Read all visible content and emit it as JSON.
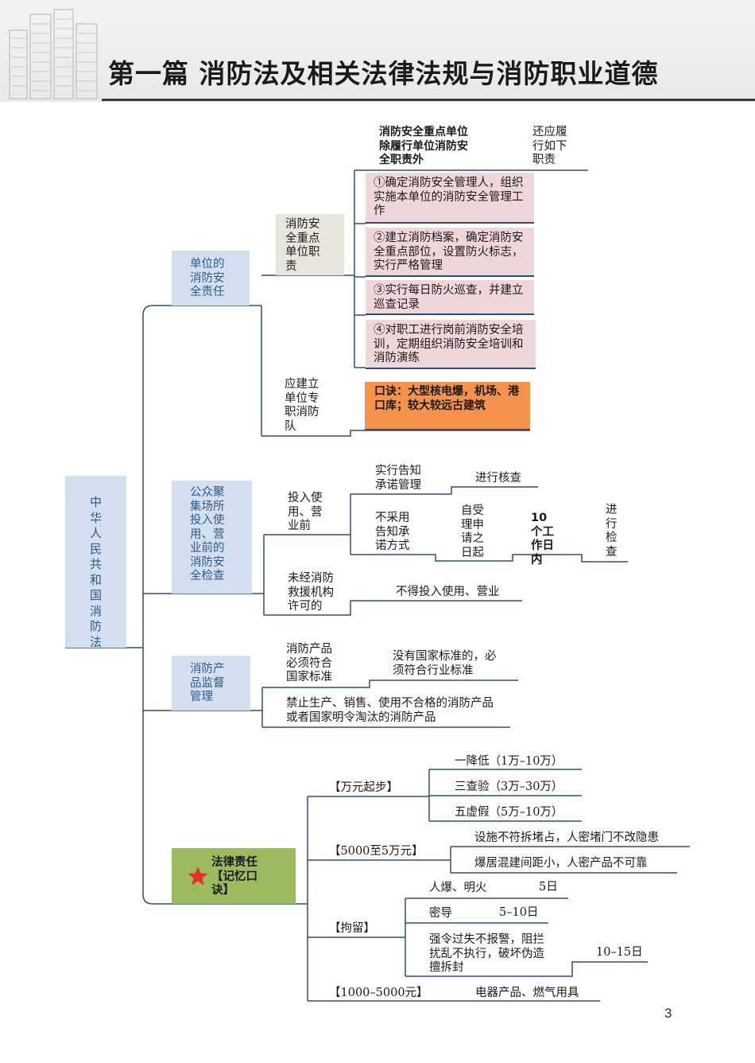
{
  "title": "第一篇 消防法及相关法律法规与消防职业道德",
  "page_number": "3",
  "root": "中华人民共和国消防法",
  "unit": {
    "label": "单位的消防安全责任",
    "key": {
      "label": "消防安全重点单位职责",
      "intro_a": "消防安全重点单位除履行单位消防安全职责外",
      "intro_b": "还应履行如下职责",
      "items": [
        "①确定消防安全管理人，组织实施本单位的消防安全管理工作",
        "②建立消防档案，确定消防安全重点部位，设置防火标志，实行严格管理",
        "③实行每日防火巡查，并建立巡查记录",
        "④对职工进行岗前消防安全培训，定期组织消防安全培训和消防演练"
      ]
    },
    "brigade": {
      "label": "应建立单位专职消防队",
      "mnemonic": "口诀：大型核电爆，机场、港口库；较大较远古建筑"
    }
  },
  "public": {
    "label": "公众聚集场所投入使用、营业前的消防安全检查",
    "before": "投入使用、营业前",
    "notify": "实行告知承诺管理",
    "verify": "进行核查",
    "no_notify": "不采用告知承诺方式",
    "from": "自受理申请之日起",
    "days": "10个工作日内",
    "check": "进行检查",
    "unpermitted": "未经消防救援机构许可的",
    "forbidden": "不得投入使用、营业"
  },
  "product": {
    "label": "消防产品监督管理",
    "standard": "消防产品必须符合国家标准",
    "industry": "没有国家标准的，必须符合行业标准",
    "ban": "禁止生产、销售、使用不合格的消防产品或者国家明令淘汰的消防产品"
  },
  "legal": {
    "label": "法律责任【记忆口诀】",
    "groups": [
      {
        "label": "【万元起步】",
        "items": [
          "一降低（1万–10万）",
          "三查验（3万–30万）",
          "五虚假（5万–10万）"
        ]
      },
      {
        "label": "【5000至5万元】",
        "items": [
          "设施不符拆堵占，人密堵门不改隐患",
          "爆居混建间距小，人密产品不可靠"
        ]
      },
      {
        "label": "【拘留】",
        "items": [
          {
            "text": "人爆、明火",
            "days": "5日"
          },
          {
            "text": "密导",
            "days": "5–10日"
          },
          {
            "text": "强令过失不报警，阻拦扰乱不执行，破坏伪造擅拆封",
            "days": "10–15日"
          }
        ]
      },
      {
        "label": "【1000–5000元】",
        "items": [
          "电器产品、燃气用具"
        ]
      }
    ]
  },
  "colors": {
    "line": "#2e4d7a",
    "blue_box": "#d3dfee",
    "pink_box": "#efd7d9",
    "orange_box": "#f5924c",
    "green_box": "#9bbb5e",
    "star": "#e8312a"
  }
}
